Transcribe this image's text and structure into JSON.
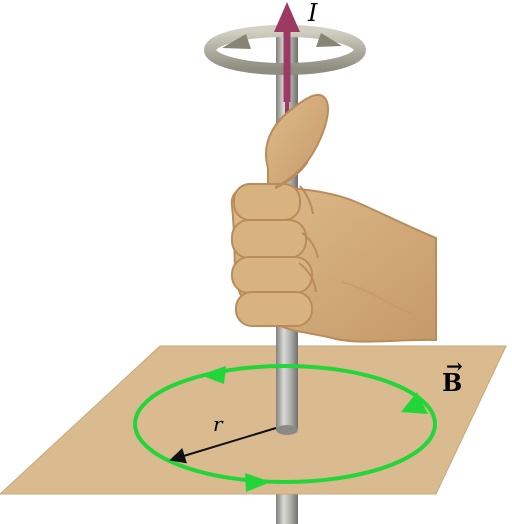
{
  "labels": {
    "current": "I",
    "field_letter": "B",
    "field_vector_mark": "→",
    "radius": "r"
  },
  "colors": {
    "plane": "#d9bb8f",
    "plane_edge": "#c9a878",
    "field_loop": "#22d63a",
    "current_arrow": "#9c3a63",
    "hand": "#d6ae7d",
    "hand_shadow": "#b98c5b",
    "wire": "#b8b8b4",
    "ring": "#9f9d8e"
  },
  "icons": {
    "current_arrow": "arrow-up-icon",
    "rotation_ring": "curl-direction-icon",
    "hand": "right-hand-thumb-up-icon"
  }
}
